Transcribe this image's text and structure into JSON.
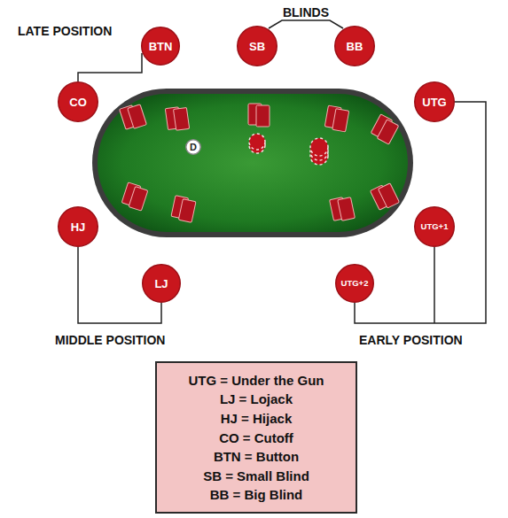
{
  "diagram": {
    "nodes": [
      {
        "text": [
          "BTN"
        ]
      },
      {
        "text": [
          "SB"
        ]
      },
      {
        "text": [
          "BB"
        ]
      },
      {
        "text": [
          "CO"
        ]
      },
      {
        "text": [
          "UTG"
        ]
      },
      {
        "text": [
          "D"
        ]
      },
      {
        "text": [
          "HJ"
        ]
      },
      {
        "text": [
          "UTG+1"
        ]
      },
      {
        "text": [
          "LJ"
        ]
      },
      {
        "text": [
          "UTG+2"
        ]
      },
      {
        "text": [
          "UTG = Under the Gun",
          "LJ = Lojack",
          "HJ = Hijack",
          "CO = Cutoff",
          "BTN = Button",
          "SB = Small Blind",
          "BB = Big Blind"
        ]
      }
    ],
    "labels": [
      "BLINDS",
      "LATE POSITION",
      "MIDDLE POSITION",
      "EARLY POSITION"
    ]
  }
}
